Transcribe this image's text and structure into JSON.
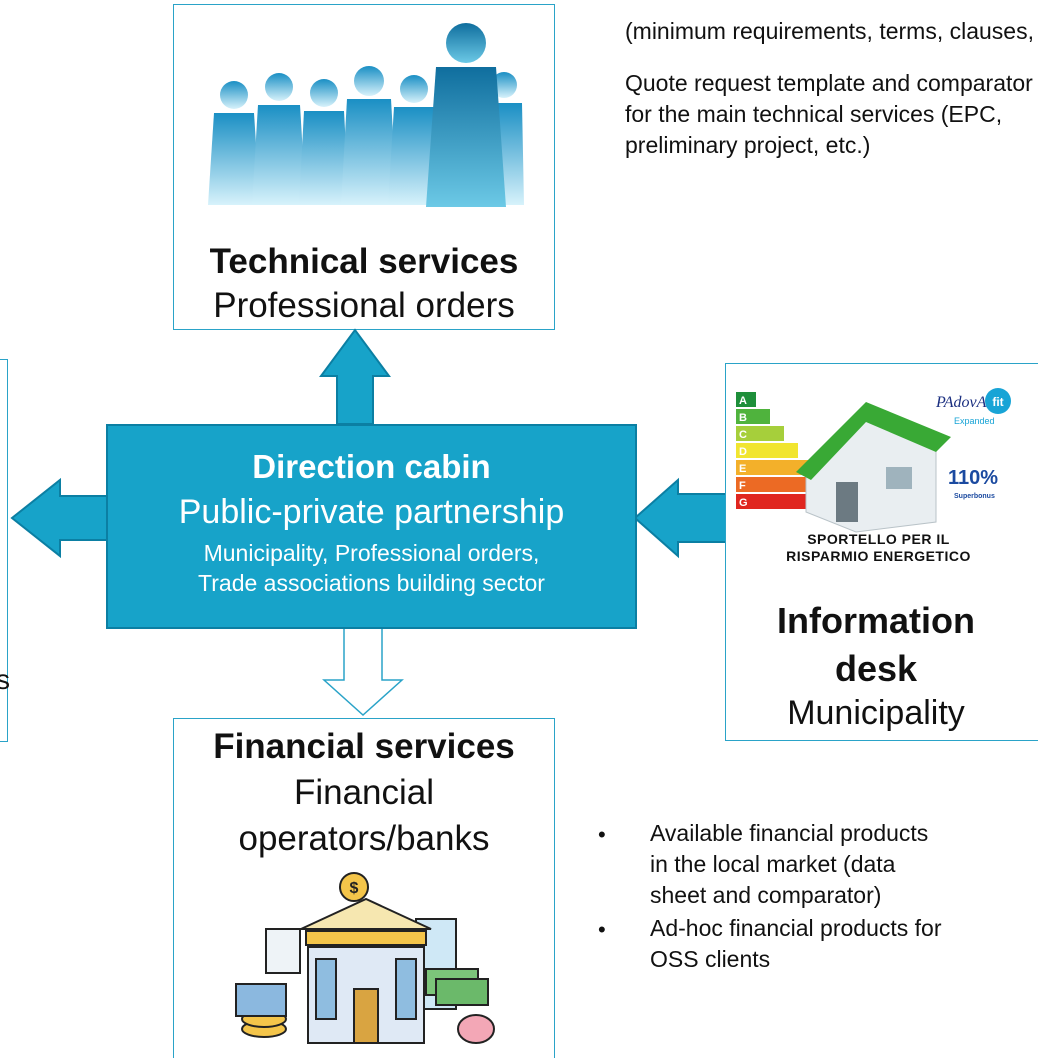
{
  "top_bullets": [
    "(minimum requirements, terms, clauses, etc.)",
    "Quote request template and comparator for the main technical services (EPC, preliminary project, etc.)"
  ],
  "technical": {
    "title": "Technical services",
    "subtitle": "Professional orders"
  },
  "direction": {
    "title": "Direction cabin",
    "subtitle": "Public-private partnership",
    "line1": "Municipality, Professional orders,",
    "line2": "Trade associations building sector"
  },
  "info_desk": {
    "title_line1": "Information",
    "title_line2": "desk",
    "subtitle": "Municipality",
    "logo": {
      "brand": "PAdovA",
      "brand_fit": "fit",
      "expanded": "Expanded",
      "percent": "110%",
      "superbonus": "Superbonus",
      "energy_classes": [
        "A",
        "B",
        "C",
        "D",
        "E",
        "F",
        "G"
      ],
      "caption_line1": "SPORTELLO PER IL",
      "caption_line2": "RISPARMIO ENERGETICO"
    }
  },
  "financial": {
    "title": "Financial services",
    "subtitle_line1": "Financial",
    "subtitle_line2": "operators/banks"
  },
  "left_box": {
    "fragment": "s"
  },
  "bottom_bullets": [
    "Available financial products in the local market (data sheet and comparator)",
    "Ad-hoc financial products for OSS clients"
  ],
  "colors": {
    "accent": "#2aa3c8",
    "arrow": "#17a3c9",
    "teal_box": "#17a3c9"
  }
}
